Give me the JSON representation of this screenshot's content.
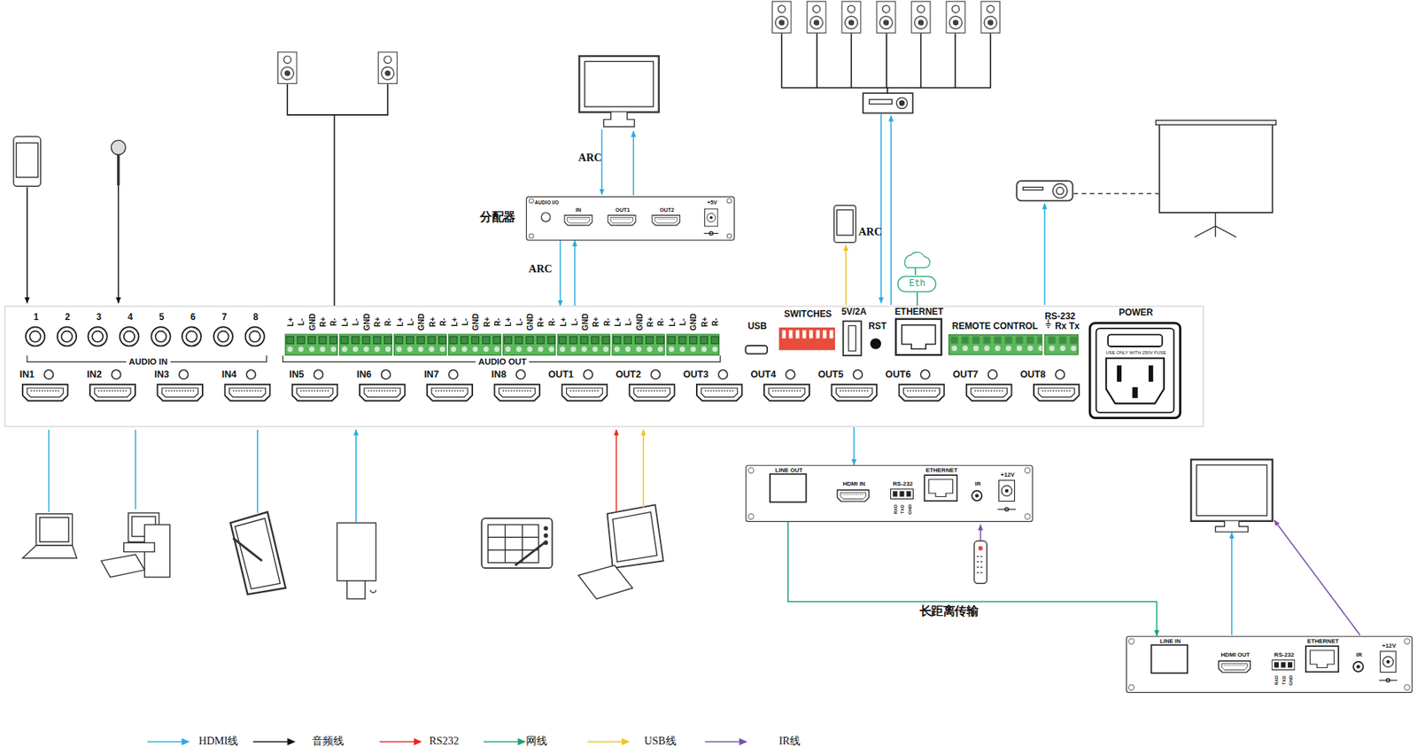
{
  "diagram": {
    "nodes": [
      {
        "text": [
          "分配器",
          "AUDIO I/O",
          "IN",
          "OUT1",
          "OUT2",
          "+5V"
        ]
      },
      {
        "text": [
          "Eth"
        ]
      },
      {
        "text": [
          "1",
          "2",
          "3",
          "4",
          "5",
          "6",
          "7",
          "8",
          "AUDIO IN",
          "L+",
          "L-",
          "GND",
          "R+",
          "R-",
          "L+",
          "L-",
          "GND",
          "R+",
          "R-",
          "L+",
          "L-",
          "GND",
          "R+",
          "R-",
          "L+",
          "L-",
          "GND",
          "R+",
          "R-",
          "L+",
          "L-",
          "GND",
          "R+",
          "R-",
          "L+",
          "L-",
          "GND",
          "R+",
          "R-",
          "L+",
          "L-",
          "GND",
          "R+",
          "R-",
          "L+",
          "L-",
          "GND",
          "R+",
          "R-",
          "AUDIO OUT",
          "USB",
          "SWITCHES",
          "5V/2A",
          "RST",
          "ETHERNET",
          "REMOTE CONTROL",
          "RS-232",
          "Rx Tx",
          "POWER",
          "USE ONLY WITH 250V FUSE",
          "IN1",
          "IN2",
          "IN3",
          "IN4",
          "IN5",
          "IN6",
          "IN7",
          "IN8",
          "OUT1",
          "OUT2",
          "OUT3",
          "OUT4",
          "OUT5",
          "OUT6",
          "OUT7",
          "OUT8"
        ]
      },
      {
        "text": [
          "LINE OUT",
          "HDMI IN",
          "RS-232",
          "RXD",
          "TXD",
          "GND",
          "ETHERNET",
          "IR",
          "+12V"
        ]
      },
      {
        "text": [
          "LINE IN",
          "HDMI OUT",
          "RS-232",
          "RXD",
          "TXD",
          "GND",
          "ETHERNET",
          "IR",
          "+12V"
        ]
      }
    ],
    "edges": [
      {
        "from": 2,
        "to": 0,
        "arrow": "to"
      },
      {
        "from": 0,
        "to": 2,
        "label": "ARC",
        "arrow": "to"
      },
      {
        "from": 1,
        "to": 2,
        "arrow": "none"
      },
      {
        "from": 2,
        "to": 3,
        "arrow": "to"
      },
      {
        "from": 3,
        "to": 4,
        "label": "长距离传输",
        "arrow": "to"
      }
    ],
    "labels": [
      "ARC",
      "ARC"
    ],
    "legend": [
      {
        "text": "HDMI线",
        "color": "#29abe2"
      },
      {
        "text": "音频线",
        "color": "#111111"
      },
      {
        "text": "RS232",
        "color": "#e8291c"
      },
      {
        "text": "网线",
        "color": "#1aa37a"
      },
      {
        "text": "USB线",
        "color": "#f0c419"
      },
      {
        "text": "IR线",
        "color": "#7b4fa8"
      }
    ]
  }
}
